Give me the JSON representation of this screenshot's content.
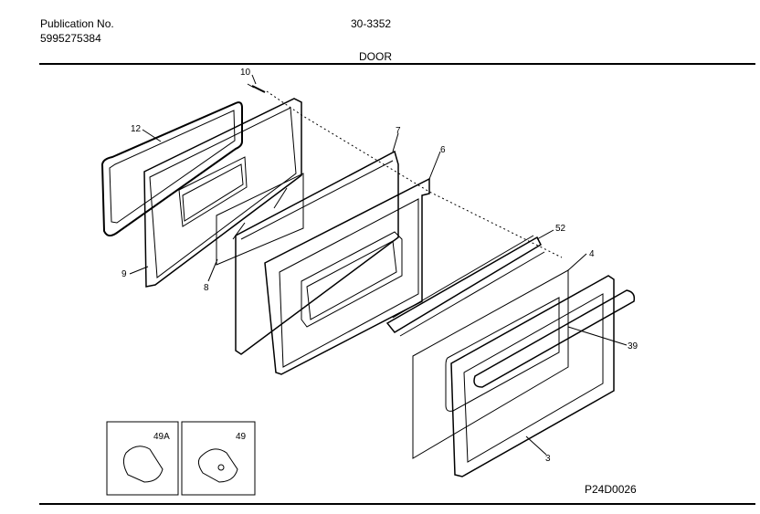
{
  "header": {
    "publication_label": "Publication No.",
    "publication_number": "5995275384",
    "model_code": "30-3352",
    "section_title": "DOOR"
  },
  "callouts": {
    "c10": "10",
    "c12": "12",
    "c7": "7",
    "c6": "6",
    "c52": "52",
    "c4": "4",
    "c39": "39",
    "c9": "9",
    "c8": "8",
    "c3": "3",
    "c49a": "49A",
    "c49": "49"
  },
  "footer": {
    "drawing_code": "P24D0026"
  }
}
